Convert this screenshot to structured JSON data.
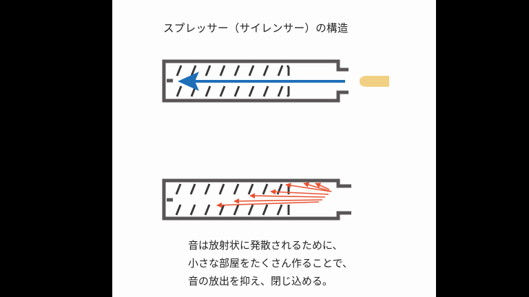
{
  "title": "スプレッサー（サイレンサー）の構造",
  "caption": {
    "line1": "音は放射状に発散されるために、",
    "line2": "小さな部屋をたくさん作ることで、",
    "line3": "音の放出を抑え、閉じ込める。"
  },
  "colors": {
    "background": "#000000",
    "slide": "#fdfdfd",
    "body": "#595556",
    "baffle": "#3a3637",
    "bullet": "#f2d083",
    "flow_arrow": "#1f6fb8",
    "sound_arrows": "#e8502f",
    "text": "#222222"
  }
}
